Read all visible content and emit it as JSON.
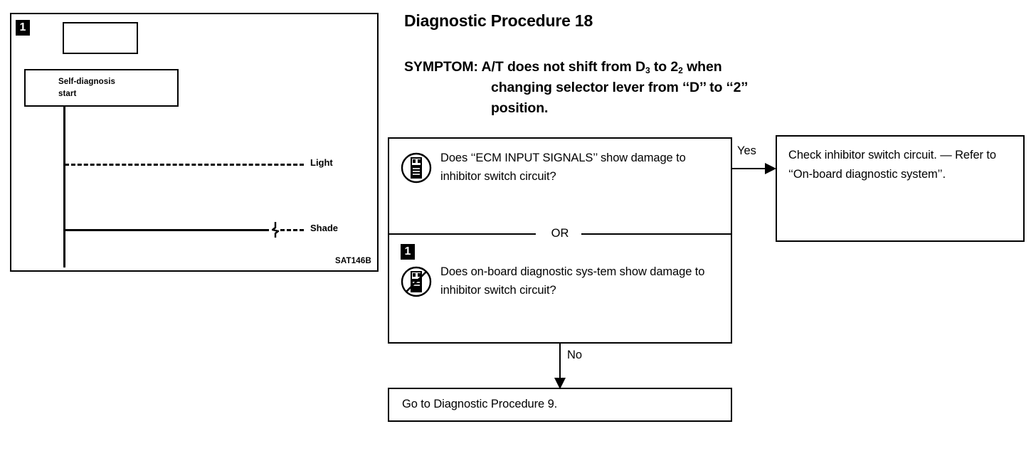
{
  "illustration": {
    "step_badge": "1",
    "start_box_line1": "Self-diagnosis",
    "start_box_line2": "start",
    "trace_light_label": "Light",
    "trace_shade_label": "Shade",
    "figure_code": "SAT146B",
    "icons": {
      "empty_box": "empty-rectangle-icon",
      "light_trace": "dashed-line-icon",
      "shade_trace": "solid-break-dashed-line-icon"
    }
  },
  "header": {
    "title": "Diagnostic Procedure 18",
    "symptom_label": "SYMPTOM:",
    "symptom_line1_a": "A/T does not shift from D",
    "symptom_line1_sub1": "3",
    "symptom_line1_b": " to 2",
    "symptom_line1_sub2": "2",
    "symptom_line1_c": " when",
    "symptom_line2": "changing selector lever from ‘‘D’’ to ‘‘2’’",
    "symptom_line3": "position."
  },
  "flowchart": {
    "question_box": {
      "option_a": {
        "icon": "consult-scan-tool-icon",
        "text": "Does ‘‘ECM INPUT SIGNALS’’ show damage to inhibitor switch circuit?"
      },
      "divider_label": "OR",
      "step_badge": "1",
      "option_b": {
        "icon": "no-consult-scan-tool-icon",
        "text": "Does on-board diagnostic sys-tem show damage to inhibitor switch circuit?"
      }
    },
    "branches": {
      "yes_label": "Yes",
      "no_label": "No"
    },
    "result_box": {
      "text": "Check inhibitor switch circuit. — Refer to ‘‘On-board diagnostic system’’."
    },
    "final_box": {
      "text": "Go to Diagnostic Procedure 9."
    }
  },
  "colors": {
    "ink": "#000000",
    "paper": "#ffffff"
  }
}
